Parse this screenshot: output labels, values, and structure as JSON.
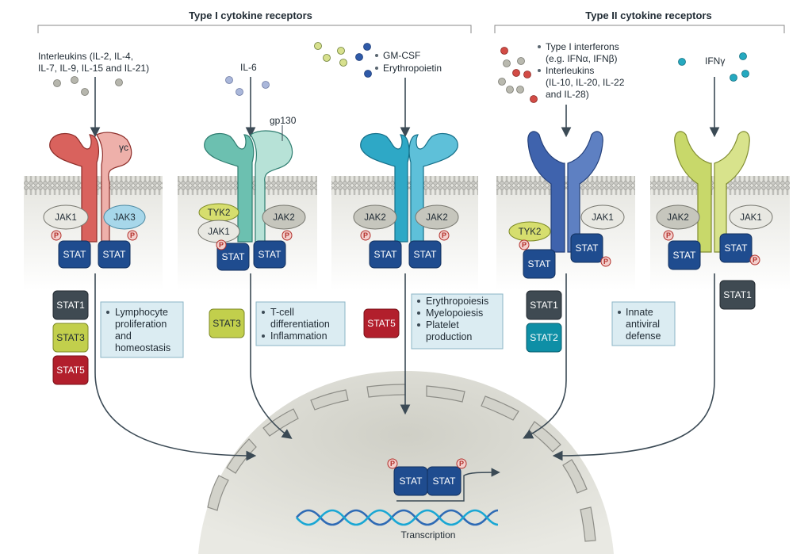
{
  "headers": {
    "type1": "Type I cytokine receptors",
    "type2": "Type II cytokine receptors"
  },
  "ligands": {
    "interleukins_1": [
      "Interleukins (IL-2, IL-4,",
      "IL-7, IL-9, IL-15 and IL-21)"
    ],
    "il6": "IL-6",
    "gmcsf": [
      "GM-CSF",
      "Erythropoietin"
    ],
    "type1_ifn": [
      "Type I interferons",
      "(e.g. IFNα, IFNβ)",
      "Interleukins",
      "(IL-10, IL-20, IL-22",
      "and IL-28)"
    ],
    "ifng": "IFNγ"
  },
  "receptor_labels": {
    "gamma_c": "γc",
    "gp130": "gp130"
  },
  "kinases": {
    "jak1": "JAK1",
    "jak2": "JAK2",
    "jak3": "JAK3",
    "tyk2": "TYK2"
  },
  "stat": "STAT",
  "phospho": "P",
  "stat_types": {
    "stat1": "STAT1",
    "stat2": "STAT2",
    "stat3": "STAT3",
    "stat5": "STAT5"
  },
  "functions": {
    "f1": [
      "Lymphocyte",
      "proliferation",
      "and",
      "homeostasis"
    ],
    "f2": [
      "T-cell",
      "differentiation",
      "Inflammation"
    ],
    "f3": [
      "Erythropoiesis",
      "Myelopoiesis",
      "Platelet",
      "production"
    ],
    "f4": [
      "Innate",
      "antiviral",
      "defense"
    ]
  },
  "transcription": "Transcription",
  "colors": {
    "red_receptor": "#d9625d",
    "teal_receptor": "#6cc0b0",
    "cyan_receptor": "#2ea8c6",
    "blue_receptor": "#3f63ad",
    "lime_receptor": "#c8d86a",
    "stat_blue": "#1f4c8f",
    "stat1_dark": "#3f4a52",
    "stat2_teal": "#0e8fa6",
    "stat3_lime": "#c2cf4c",
    "stat5_red": "#b21f2c",
    "info_box": "#dbecf2",
    "nucleus": "#d6d6ce"
  }
}
